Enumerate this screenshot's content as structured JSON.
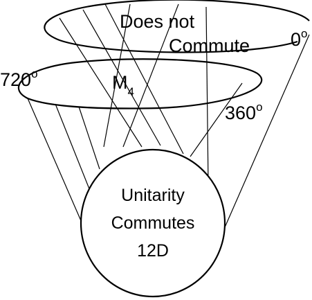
{
  "top_label": {
    "line1": "Does not",
    "line2": "Commute"
  },
  "angle_labels": {
    "zero": "0",
    "three_sixty": "360",
    "seven_twenty": "720",
    "degree_mark": "o"
  },
  "manifold_label": {
    "base": "M",
    "subscript": "4"
  },
  "sphere_label": {
    "line1": "Unitarity",
    "line2": "Commutes",
    "line3": "12D"
  }
}
